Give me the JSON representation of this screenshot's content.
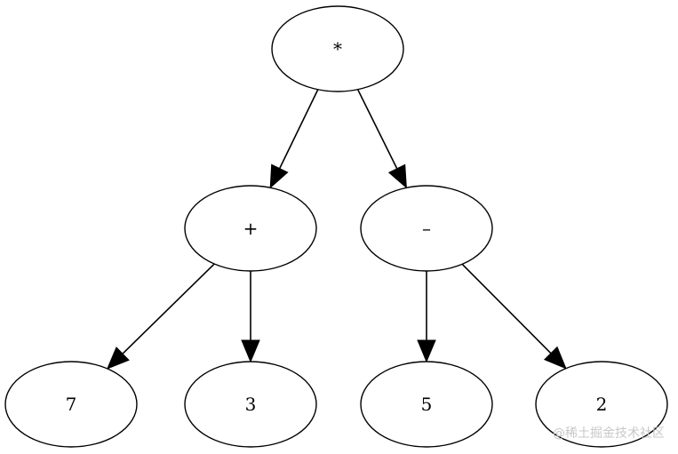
{
  "diagram": {
    "nodes": [
      {
        "id": "root",
        "label": "*"
      },
      {
        "id": "plus",
        "label": "+"
      },
      {
        "id": "minus",
        "label": "–"
      },
      {
        "id": "seven",
        "label": "7"
      },
      {
        "id": "three",
        "label": "3"
      },
      {
        "id": "five",
        "label": "5"
      },
      {
        "id": "two",
        "label": "2"
      }
    ],
    "edges": [
      {
        "from": "root",
        "to": "plus"
      },
      {
        "from": "root",
        "to": "minus"
      },
      {
        "from": "plus",
        "to": "seven"
      },
      {
        "from": "plus",
        "to": "three"
      },
      {
        "from": "minus",
        "to": "five"
      },
      {
        "from": "minus",
        "to": "two"
      }
    ]
  },
  "watermark": {
    "text": "@稀土掘金技术社区"
  }
}
